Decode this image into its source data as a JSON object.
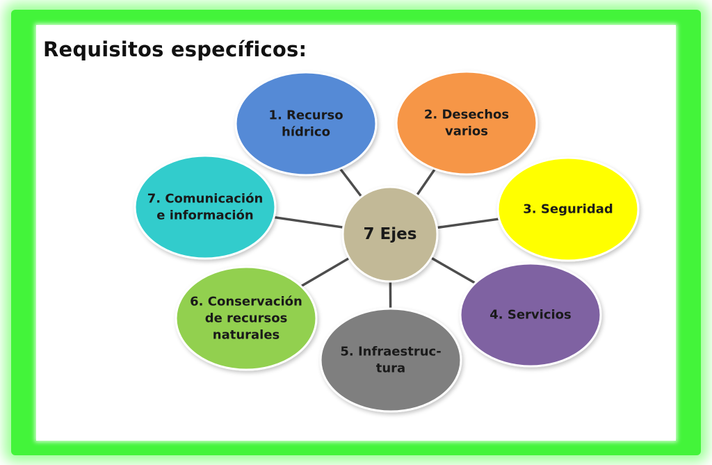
{
  "title": "Requisitos específicos:",
  "hub": {
    "label": "7 Ejes",
    "color": "#c2b997"
  },
  "nodes": [
    {
      "lines": [
        "1. Recurso",
        "hídrico"
      ],
      "color": "#558ad6"
    },
    {
      "lines": [
        "2. Desechos",
        "varios"
      ],
      "color": "#f69647"
    },
    {
      "lines": [
        "3. Seguridad"
      ],
      "color": "#ffff00"
    },
    {
      "lines": [
        "4. Servicios"
      ],
      "color": "#7f62a2"
    },
    {
      "lines": [
        "5. Infraestruc-",
        "tura"
      ],
      "color": "#7f7f7f"
    },
    {
      "lines": [
        "6. Conservación",
        "de recursos",
        "naturales"
      ],
      "color": "#92d050"
    },
    {
      "lines": [
        "7. Comunicación",
        "e información"
      ],
      "color": "#33cccc"
    }
  ],
  "connector_color": "#4d4d4d",
  "frame_color": "#43f43a"
}
